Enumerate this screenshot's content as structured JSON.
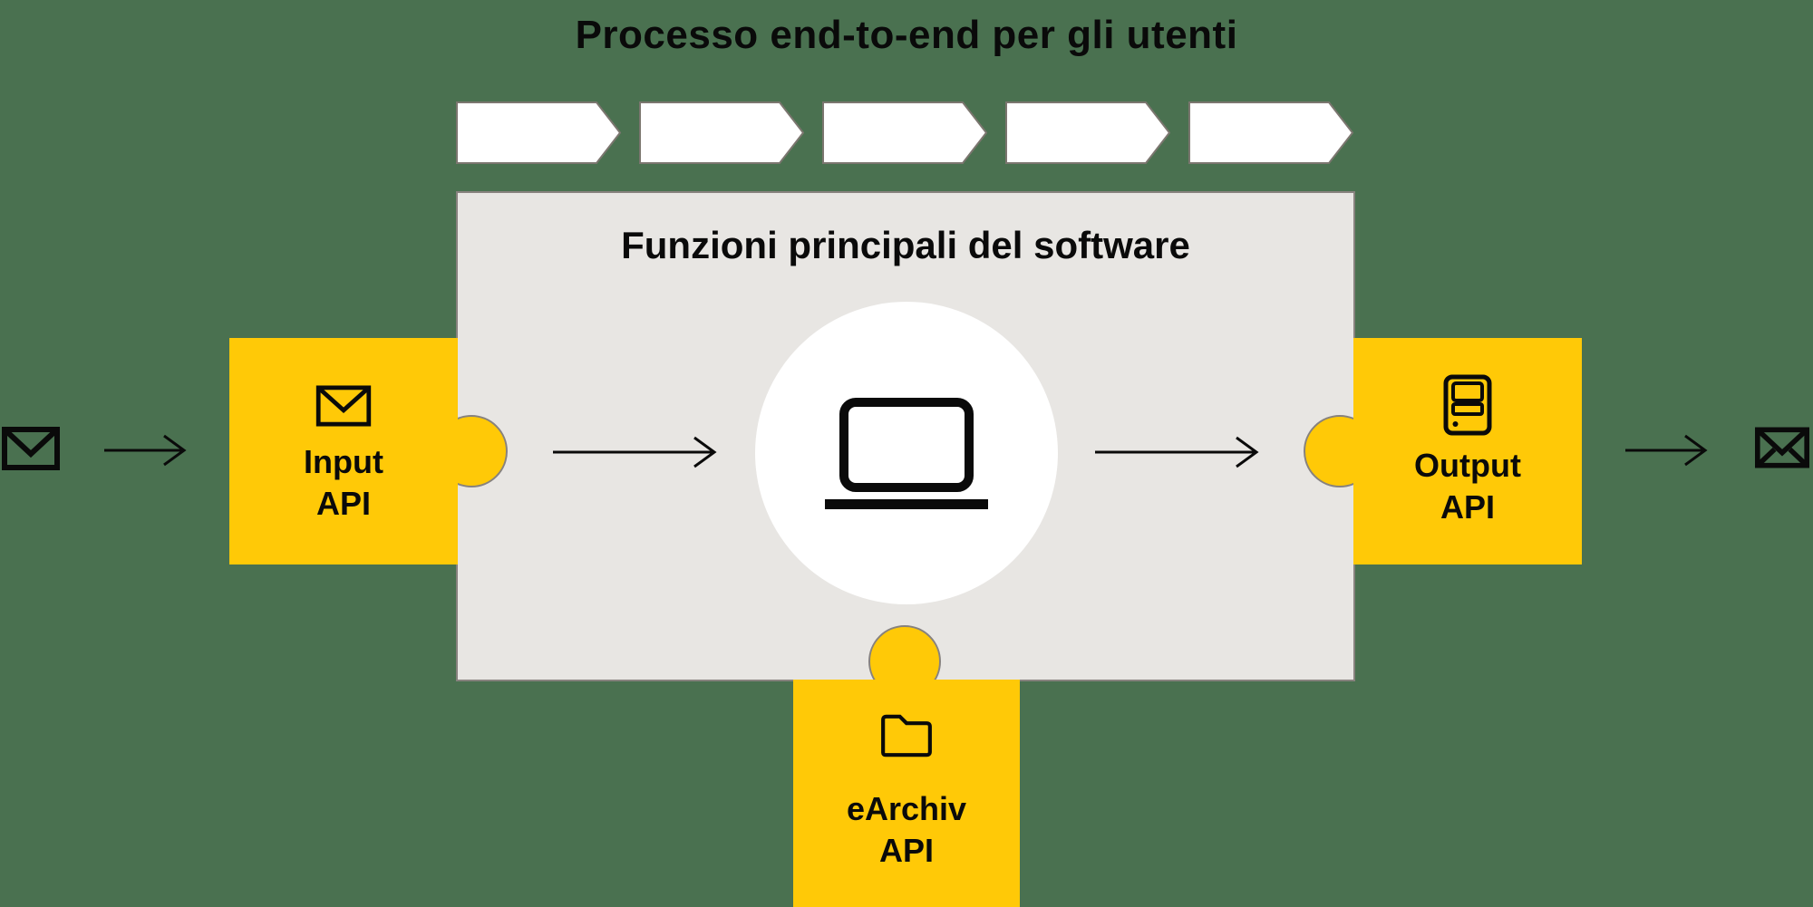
{
  "colors": {
    "background": "#4A7150",
    "module_yellow": "#FFC907",
    "panel_gray": "#E8E6E3",
    "panel_border": "#87827E",
    "chevron_fill": "#FFFFFF",
    "chevron_border": "#7B766F",
    "ink": "#0A0A0A",
    "circle_white": "#FFFFFF"
  },
  "header": {
    "title": "Processo end-to-end per gli utenti"
  },
  "process_strip": {
    "step_count": 5
  },
  "main_panel": {
    "title": "Funzioni principali del software",
    "center_icon": "laptop-icon"
  },
  "modules": {
    "input": {
      "line1": "Input",
      "line2": "API",
      "icon": "envelope-icon"
    },
    "output": {
      "line1": "Output",
      "line2": "API",
      "icon": "server-icon"
    },
    "earchiv": {
      "line1": "eArchiv",
      "line2": "API",
      "icon": "folder-icon"
    }
  },
  "terminals": {
    "left_icon": "envelope-icon",
    "right_icon": "envelope-icon"
  }
}
